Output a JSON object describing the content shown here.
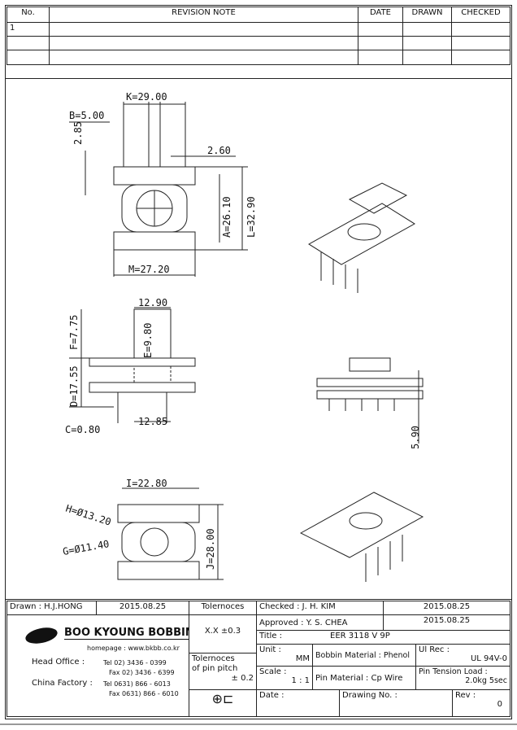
{
  "revision_table": {
    "headers": {
      "no": "No.",
      "note": "REVISION  NOTE",
      "date": "DATE",
      "drawn": "DRAWN",
      "checked": "CHECKED"
    },
    "rows": [
      {
        "no": "1"
      }
    ]
  },
  "dimensions": {
    "k": "K=29.00",
    "b": "B=5.00",
    "d285": "2.85",
    "d260": "2.60",
    "a": "A=26.10",
    "l": "L=32.90",
    "m": "M=27.20",
    "d1290": "12.90",
    "f": "F=7.75",
    "e": "E=9.80",
    "d": "D=17.55",
    "c": "C=0.80",
    "d1285": "12.85",
    "d590": "5.90",
    "i": "I=22.80",
    "h": "H=Ø13.20",
    "g": "G=Ø11.40",
    "j": "J=28.00"
  },
  "title_block": {
    "drawn": "Drawn : H.J.HONG",
    "drawn_date": "2015.08.25",
    "company": "BOO KYOUNG BOBBIN",
    "homepage": "homepage : www.bkbb.co.kr",
    "head_office": "Head Office   :",
    "head_tel": "Tel   02) 3436 - 0399",
    "head_fax": "Fax   02) 3436 - 6399",
    "china_factory": "China Factory  :",
    "china_tel": "Tel   0631) 866 - 6013",
    "china_fax": "Fax  0631) 866 - 6010",
    "tolerances_label": "Tolernoces",
    "tolerances_value": "X.X    ±0.3",
    "pin_tol_label1": "Tolernoces",
    "pin_tol_label2": "of pin pitch",
    "pin_tol_value": "± 0.2",
    "checked": "Checked :      J. H. KIM",
    "checked_date": "2015.08.25",
    "approved": "Approved :   Y. S. CHEA",
    "approved_date": "2015.08.25",
    "title_label": "Title :",
    "title_value": "EER 3118 V 9P",
    "unit_label": "Unit :",
    "unit_value": "MM",
    "bobbin_material": "Bobbin Material : Phenol",
    "ul_label": "Ul Rec :",
    "ul_value": "UL 94V-0",
    "scale_label": "Scale :",
    "scale_value": "1 : 1",
    "pin_material": "Pin Material : Cp Wire",
    "pin_tension_label": "Pin Tension Load :",
    "pin_tension_value": "2.0kg 5sec",
    "date_label": "Date :",
    "drawing_no_label": "Drawing No.  :",
    "rev_label": "Rev :",
    "rev_value": "0"
  }
}
